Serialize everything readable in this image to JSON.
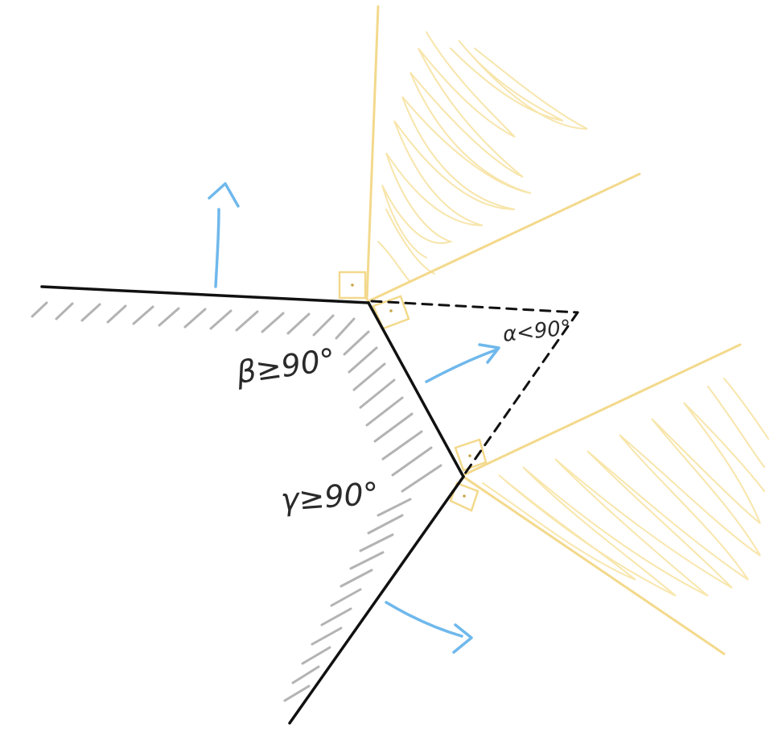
{
  "labels": {
    "beta": "β≥90°",
    "gamma": "γ≥90°",
    "alpha": "α<90°"
  },
  "colors": {
    "edge": "#111111",
    "hatch": "#9a9a9a",
    "normal": "#6fb8ec",
    "cone": "#f3d98c",
    "cone_fill": "#f7e3a3",
    "dashed": "#111111"
  }
}
